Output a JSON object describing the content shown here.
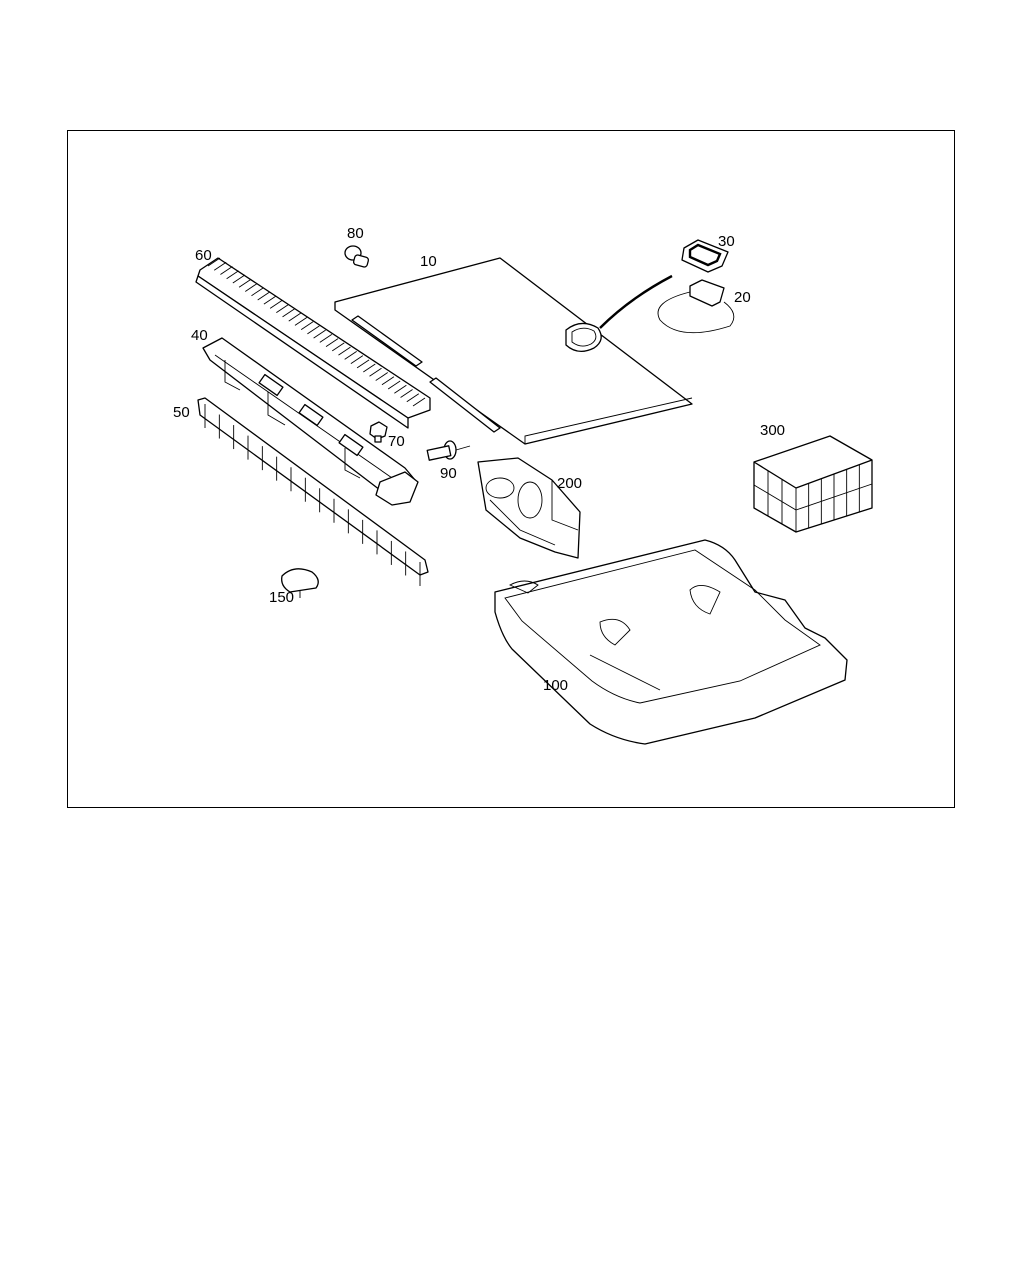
{
  "diagram": {
    "callouts": {
      "c10": "10",
      "c20": "20",
      "c30": "30",
      "c40": "40",
      "c50": "50",
      "c60": "60",
      "c70": "70",
      "c80": "80",
      "c90": "90",
      "c100": "100",
      "c150": "150",
      "c200": "200",
      "c300": "300"
    }
  }
}
